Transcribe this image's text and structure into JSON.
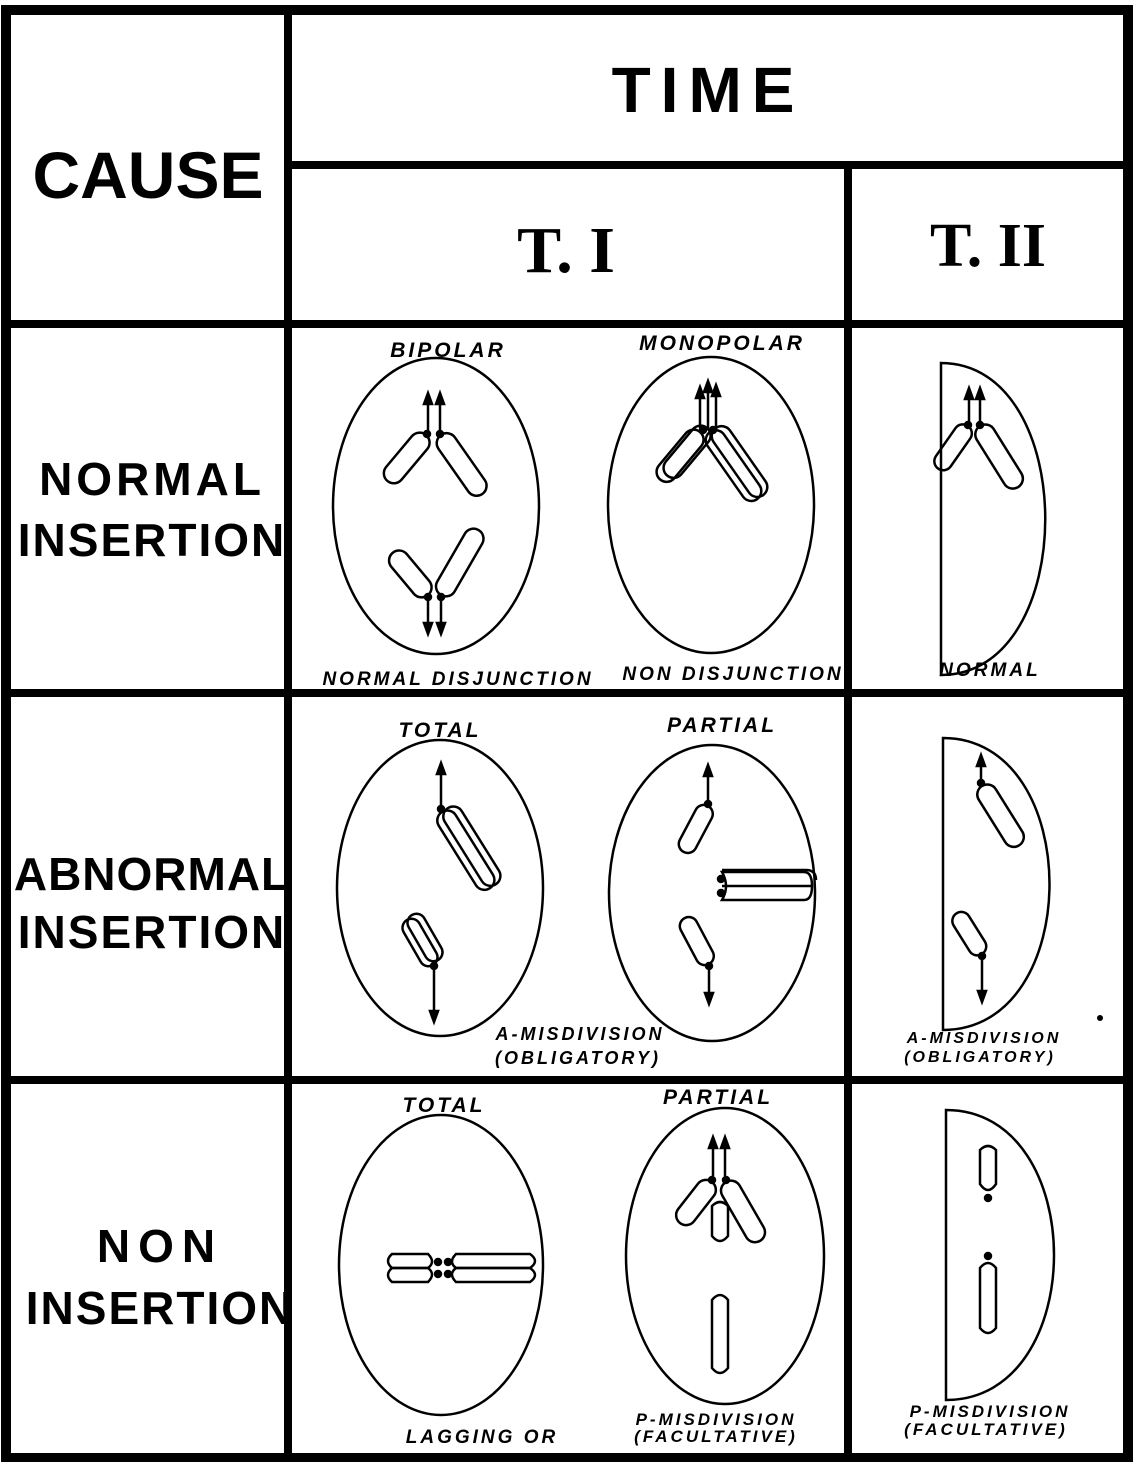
{
  "headers": {
    "cause": "CAUSE",
    "time": "TIME",
    "t1": "T. I",
    "t2": "T. II"
  },
  "rows": [
    {
      "cause_line1": "NORMAL",
      "cause_line2": "INSERTION",
      "t1_left_top": "BIPOLAR",
      "t1_right_top": "MONOPOLAR",
      "t1_left_bottom": "NORMAL DISJUNCTION",
      "t1_right_bottom": "NON DISJUNCTION",
      "t2_bottom": "NORMAL"
    },
    {
      "cause_line1": "ABNORMAL",
      "cause_line2": "INSERTION",
      "t1_left_top": "TOTAL",
      "t1_right_top": "PARTIAL",
      "t1_bottom_line1": "A-MISDIVISION",
      "t1_bottom_line2": "(OBLIGATORY)",
      "t2_bottom_line1": "A-MISDIVISION",
      "t2_bottom_line2": "(OBLIGATORY)"
    },
    {
      "cause_line1": "NON",
      "cause_line2": "INSERTION",
      "t1_left_top": "TOTAL",
      "t1_right_top": "PARTIAL",
      "t1_left_bottom": "LAGGING OR",
      "t1_bottom_line1": "P-MISDIVISION",
      "t1_bottom_line2": "(FACULTATIVE)",
      "t2_bottom_line1": "P-MISDIVISION",
      "t2_bottom_line2": "(FACULTATIVE)"
    }
  ]
}
